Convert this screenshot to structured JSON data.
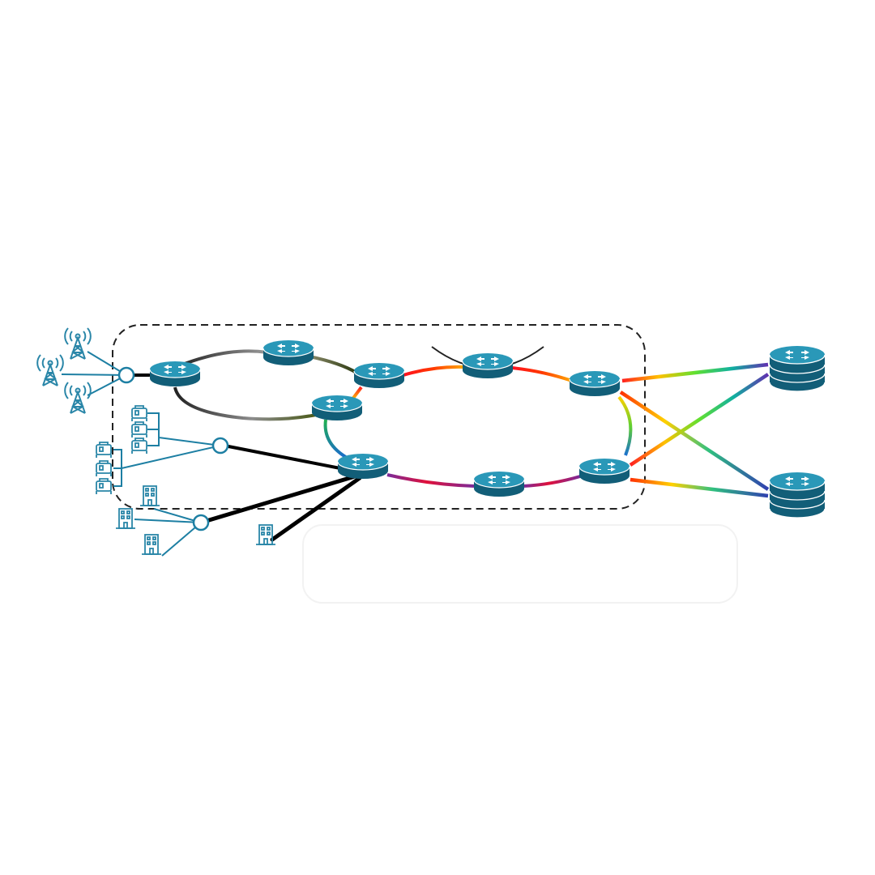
{
  "diagram": {
    "type": "network-topology",
    "colors": {
      "device": "#1b7d9e",
      "device_top": "#2a98b8",
      "device_dark": "#125e78",
      "icon_outline": "#2a86a8",
      "access_link": "#1d7fa3",
      "aggregation_link": "#000000",
      "boundary": "#222222"
    },
    "icons": {
      "router": "router-icon",
      "core_router": "core-router-stack-icon",
      "cell_tower": "cell-tower-icon",
      "cabinet": "equipment-cabinet-icon",
      "building": "office-building-icon",
      "hub": "aggregation-hub-icon"
    },
    "nodes": [
      {
        "id": "r1",
        "kind": "router"
      },
      {
        "id": "r2",
        "kind": "router"
      },
      {
        "id": "r3",
        "kind": "router"
      },
      {
        "id": "r4",
        "kind": "router"
      },
      {
        "id": "r5",
        "kind": "router"
      },
      {
        "id": "r6",
        "kind": "router"
      },
      {
        "id": "r7",
        "kind": "router"
      },
      {
        "id": "r8",
        "kind": "router"
      },
      {
        "id": "r9",
        "kind": "router"
      },
      {
        "id": "core1",
        "kind": "core_router"
      },
      {
        "id": "core2",
        "kind": "core_router"
      }
    ],
    "links": [
      {
        "from": "hub1",
        "to": "r1",
        "style": "black"
      },
      {
        "from": "r1",
        "to": "r2",
        "style": "gray-gradient"
      },
      {
        "from": "r2",
        "to": "r3",
        "style": "olive-gradient"
      },
      {
        "from": "r1",
        "to": "r4",
        "style": "gray-gradient"
      },
      {
        "from": "r3",
        "to": "r6",
        "style": "red-orange"
      },
      {
        "from": "r6",
        "to": "r7",
        "style": "red-orange"
      },
      {
        "from": "r7",
        "to": "r9",
        "style": "yellow-green"
      },
      {
        "from": "r9",
        "to": "r8",
        "style": "purple-red"
      },
      {
        "from": "r8",
        "to": "r5",
        "style": "red-purple"
      },
      {
        "from": "r5",
        "to": "r4",
        "style": "blue-green"
      },
      {
        "from": "r7",
        "to": "core1",
        "style": "spectrum"
      },
      {
        "from": "r7",
        "to": "core2",
        "style": "spectrum"
      },
      {
        "from": "r9",
        "to": "core1",
        "style": "spectrum"
      },
      {
        "from": "r9",
        "to": "core2",
        "style": "spectrum"
      },
      {
        "from": "core1",
        "to": "core2",
        "style": "spectrum"
      }
    ]
  }
}
